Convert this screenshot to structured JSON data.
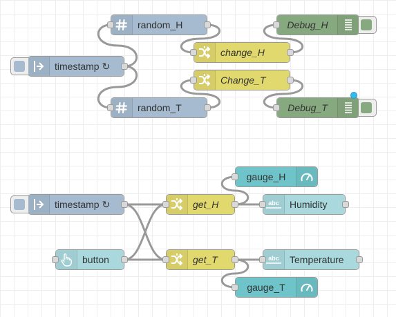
{
  "flow": {
    "nodes": [
      {
        "id": "random_H",
        "label": "random_H",
        "type": "function",
        "italic": false,
        "color": "#a6bbcf",
        "icon": "hash-icon"
      },
      {
        "id": "timestamp1",
        "label": "timestamp ↻",
        "type": "inject",
        "italic": false,
        "color": "#a6bbcf",
        "icon": "inject-arrow-icon"
      },
      {
        "id": "random_T",
        "label": "random_T",
        "type": "function",
        "italic": false,
        "color": "#a6bbcf",
        "icon": "hash-icon"
      },
      {
        "id": "change_H",
        "label": "change_H",
        "type": "change",
        "italic": true,
        "color": "#e2d96e",
        "icon": "shuffle-icon"
      },
      {
        "id": "Change_T",
        "label": "Change_T",
        "type": "change",
        "italic": true,
        "color": "#e2d96e",
        "icon": "shuffle-icon"
      },
      {
        "id": "Debug_H",
        "label": "Debug_H",
        "type": "debug",
        "italic": true,
        "color": "#87a980",
        "icon": "debug-list-icon"
      },
      {
        "id": "Debug_T",
        "label": "Debug_T",
        "type": "debug",
        "italic": true,
        "color": "#87a980",
        "icon": "debug-list-icon",
        "status": "blue-dot"
      },
      {
        "id": "timestamp2",
        "label": "timestamp ↻",
        "type": "inject",
        "italic": false,
        "color": "#a6bbcf",
        "icon": "inject-arrow-icon"
      },
      {
        "id": "button",
        "label": "button",
        "type": "ui_button",
        "italic": false,
        "color": "#a9d9dd",
        "icon": "hand-pointer-icon"
      },
      {
        "id": "get_H",
        "label": "get_H",
        "type": "change",
        "italic": true,
        "color": "#e2d96e",
        "icon": "shuffle-icon"
      },
      {
        "id": "get_T",
        "label": "get_T",
        "type": "change",
        "italic": true,
        "color": "#e2d96e",
        "icon": "shuffle-icon"
      },
      {
        "id": "gauge_H",
        "label": "gauge_H",
        "type": "ui_gauge",
        "italic": false,
        "color": "#6fc4c9",
        "icon": "gauge-icon"
      },
      {
        "id": "Humidity",
        "label": "Humidity",
        "type": "ui_text",
        "italic": false,
        "color": "#a9d9dd",
        "icon": "abc-icon"
      },
      {
        "id": "Temperature",
        "label": "Temperature",
        "type": "ui_text",
        "italic": false,
        "color": "#a9d9dd",
        "icon": "abc-icon"
      },
      {
        "id": "gauge_T",
        "label": "gauge_T",
        "type": "ui_gauge",
        "italic": false,
        "color": "#6fc4c9",
        "icon": "gauge-icon"
      }
    ],
    "wires": [
      [
        "timestamp1",
        "random_H"
      ],
      [
        "timestamp1",
        "random_T"
      ],
      [
        "random_H",
        "change_H"
      ],
      [
        "random_T",
        "Change_T"
      ],
      [
        "change_H",
        "Debug_H"
      ],
      [
        "Change_T",
        "Debug_T"
      ],
      [
        "timestamp2",
        "get_H"
      ],
      [
        "timestamp2",
        "get_T"
      ],
      [
        "button",
        "get_H"
      ],
      [
        "button",
        "get_T"
      ],
      [
        "get_H",
        "gauge_H"
      ],
      [
        "get_H",
        "Humidity"
      ],
      [
        "get_T",
        "Temperature"
      ],
      [
        "get_T",
        "gauge_T"
      ]
    ]
  }
}
